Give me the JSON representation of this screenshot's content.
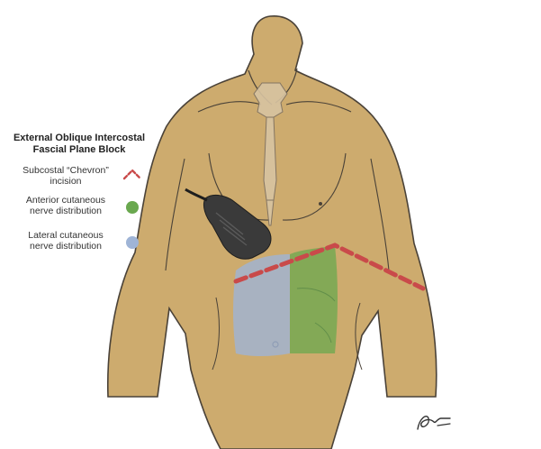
{
  "legend": {
    "title_line1": "External Oblique Intercostal",
    "title_line2": "Fascial Plane Block",
    "chevron_line1": "Subcostal “Chevron”",
    "chevron_line2": "incision",
    "anterior_line1": "Anterior cutaneous",
    "anterior_line2": "nerve distribution",
    "lateral_line1": "Lateral cutaneous",
    "lateral_line2": "nerve distribution"
  },
  "colors": {
    "skin": "#cdab6e",
    "skin_outline": "#4a4238",
    "incision": "#c94a4a",
    "anterior_zone": "#6aa84f",
    "lateral_zone": "#9fb4d6",
    "probe": "#3a3a3a"
  },
  "icons": {
    "chevron": "chevron-incision-icon",
    "anterior": "green-circle-icon",
    "lateral": "blue-circle-icon",
    "probe": "ultrasound-probe-icon",
    "sternum": "sternum-bone-icon",
    "signature": "artist-signature-icon"
  }
}
